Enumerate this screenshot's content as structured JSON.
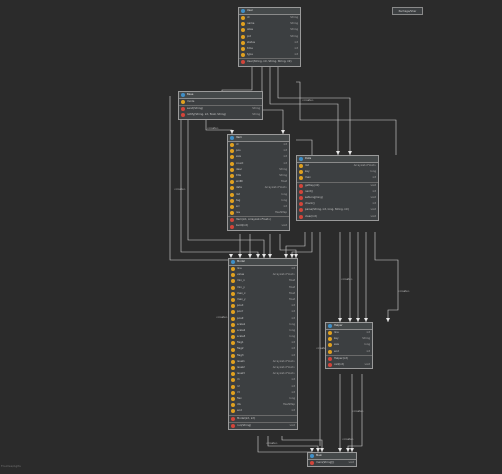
{
  "badge": "Pachage/Sher",
  "footer": "Fouilles/Aglts",
  "edge_labels": [
    "<create>",
    "<create>",
    "<create>",
    "<create>",
    "<create>",
    "<create>",
    "<create>",
    "<create>",
    "<create>",
    "<create>",
    "<create>"
  ],
  "classes": {
    "top": {
      "title": "User",
      "rows": [
        {
          "k": "f",
          "n": "id",
          "t": "String"
        },
        {
          "k": "f",
          "n": "name",
          "t": "String"
        },
        {
          "k": "f",
          "n": "alias",
          "t": "String"
        },
        {
          "k": "f",
          "n": "pid",
          "t": "String"
        },
        {
          "k": "f",
          "n": "status",
          "t": "int"
        },
        {
          "k": "f",
          "n": "time",
          "t": "int"
        },
        {
          "k": "f",
          "n": "type",
          "t": "int"
        },
        {
          "k": "m",
          "n": "User(String, int, String, String, int)",
          "t": "",
          "sep": true
        }
      ]
    },
    "left": {
      "title": "Base",
      "rows": [
        {
          "k": "f",
          "n": "mode",
          "t": "",
          "sep": false
        },
        {
          "k": "m",
          "n": "send(String)",
          "t": "String",
          "sep": true
        },
        {
          "k": "m",
          "n": "notify(String, int, float, String)",
          "t": "String"
        }
      ]
    },
    "mid": {
      "title": "Item",
      "rows": [
        {
          "k": "f",
          "n": "id",
          "t": "int"
        },
        {
          "k": "f",
          "n": "pos",
          "t": "int"
        },
        {
          "k": "f",
          "n": "size",
          "t": "int"
        },
        {
          "k": "f",
          "n": "count",
          "t": "int"
        },
        {
          "k": "f",
          "n": "desc",
          "t": "String"
        },
        {
          "k": "f",
          "n": "title",
          "t": "String"
        },
        {
          "k": "f",
          "n": "width",
          "t": "float"
        },
        {
          "k": "f",
          "n": "data",
          "t": "ArrayList<Float>"
        },
        {
          "k": "f",
          "n": "list",
          "t": "long"
        },
        {
          "k": "f",
          "n": "tag",
          "t": "long"
        },
        {
          "k": "f",
          "n": "src",
          "t": "int"
        },
        {
          "k": "f",
          "n": "res",
          "t": "HashMap"
        },
        {
          "k": "m",
          "n": "Item(int, ArrayList<Float>)",
          "t": "",
          "sep": true
        },
        {
          "k": "m",
          "n": "build(int)",
          "t": "void"
        }
      ]
    },
    "right": {
      "title": "Data",
      "rows": [
        {
          "k": "f",
          "n": "list",
          "t": "ArrayList<Float>"
        },
        {
          "k": "f",
          "n": "key",
          "t": "long"
        },
        {
          "k": "f",
          "n": "max",
          "t": "int"
        },
        {
          "k": "m",
          "n": "getKey(int)",
          "t": "void",
          "sep": true
        },
        {
          "k": "m",
          "n": "next()",
          "t": "int"
        },
        {
          "k": "m",
          "n": "setLong(long)",
          "t": "void"
        },
        {
          "k": "m",
          "n": "check()",
          "t": "int"
        },
        {
          "k": "m",
          "n": "parse(String, int, long, String, int)",
          "t": "void"
        },
        {
          "k": "m",
          "n": "clear(int)",
          "t": "void"
        }
      ]
    },
    "big": {
      "title": "Model",
      "rows": [
        {
          "k": "f",
          "n": "line",
          "t": "int"
        },
        {
          "k": "f",
          "n": "value",
          "t": "ArrayList<Float>"
        },
        {
          "k": "f",
          "n": "min_x",
          "t": "float"
        },
        {
          "k": "f",
          "n": "min_y",
          "t": "float"
        },
        {
          "k": "f",
          "n": "max_x",
          "t": "float"
        },
        {
          "k": "f",
          "n": "max_y",
          "t": "float"
        },
        {
          "k": "f",
          "n": "posX",
          "t": "int"
        },
        {
          "k": "f",
          "n": "posY",
          "t": "int"
        },
        {
          "k": "f",
          "n": "posZ",
          "t": "int"
        },
        {
          "k": "f",
          "n": "scale1",
          "t": "long"
        },
        {
          "k": "f",
          "n": "scale2",
          "t": "long"
        },
        {
          "k": "f",
          "n": "scale3",
          "t": "long"
        },
        {
          "k": "f",
          "n": "flag1",
          "t": "int"
        },
        {
          "k": "f",
          "n": "flag2",
          "t": "int"
        },
        {
          "k": "f",
          "n": "flag3",
          "t": "int"
        },
        {
          "k": "f",
          "n": "level1",
          "t": "ArrayList<Float>"
        },
        {
          "k": "f",
          "n": "level2",
          "t": "ArrayList<Float>"
        },
        {
          "k": "f",
          "n": "level3",
          "t": "ArrayList<Float>"
        },
        {
          "k": "f",
          "n": "r1",
          "t": "int"
        },
        {
          "k": "f",
          "n": "r2",
          "t": "int"
        },
        {
          "k": "f",
          "n": "r3",
          "t": "int"
        },
        {
          "k": "f",
          "n": "flex",
          "t": "long"
        },
        {
          "k": "f",
          "n": "ids",
          "t": "HashMap"
        },
        {
          "k": "f",
          "n": "end",
          "t": "int"
        },
        {
          "k": "m",
          "n": "Model(int, int)",
          "t": "",
          "sep": true
        },
        {
          "k": "m",
          "n": "run(String)",
          "t": "void",
          "sep": true
        }
      ]
    },
    "rmid": {
      "title": "Helper",
      "rows": [
        {
          "k": "f",
          "n": "line",
          "t": "int"
        },
        {
          "k": "f",
          "n": "key",
          "t": "String"
        },
        {
          "k": "f",
          "n": "size",
          "t": "long"
        },
        {
          "k": "f",
          "n": "end",
          "t": "int"
        },
        {
          "k": "m",
          "n": "Helper(int)",
          "t": "",
          "sep": true
        },
        {
          "k": "m",
          "n": "call(int)",
          "t": "void"
        }
      ]
    },
    "bottom": {
      "title": "Main",
      "rows": [
        {
          "k": "m",
          "n": "main(String[])",
          "t": "void"
        }
      ]
    }
  }
}
